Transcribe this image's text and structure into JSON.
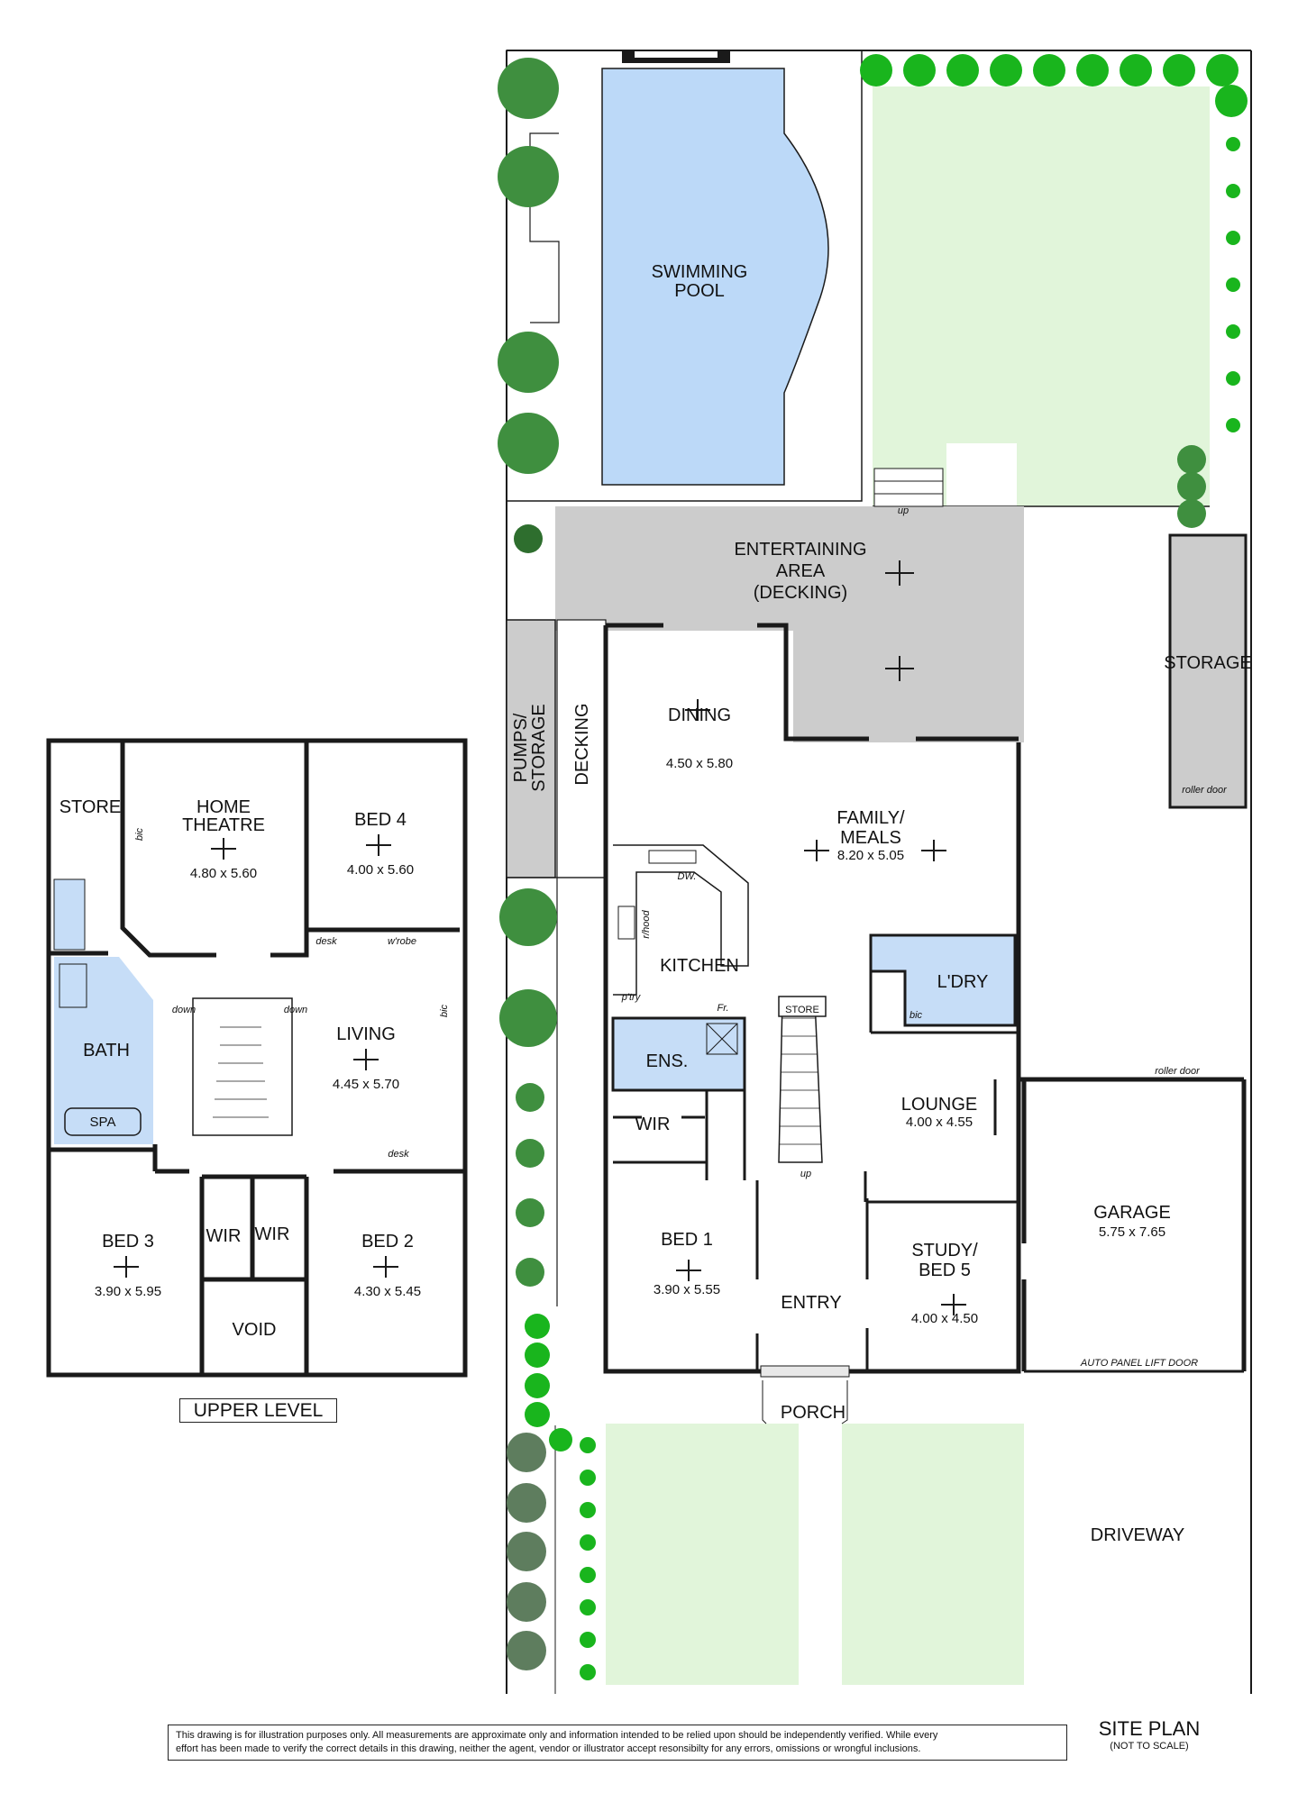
{
  "colors": {
    "wall": "#1a1a1a",
    "wet_area": "#c6ddf7",
    "lawn": "#e1f5da",
    "pool": "#bcd9f8",
    "decking": "#cccccc",
    "tree_dark": "#3f8f3f",
    "tree_bright": "#19b51d",
    "tree_grey": "#5e7d5e"
  },
  "upper_level": {
    "caption": "UPPER LEVEL",
    "rooms": {
      "store": {
        "name": "STORE"
      },
      "home_theatre": {
        "name_1": "HOME",
        "name_2": "THEATRE",
        "dims": "4.80 x 5.60"
      },
      "bed4": {
        "name": "BED 4",
        "dims": "4.00 x 5.60"
      },
      "bath": {
        "name": "BATH"
      },
      "spa": {
        "name": "SPA"
      },
      "living": {
        "name": "LIVING",
        "dims": "4.45 x 5.70"
      },
      "bed3": {
        "name": "BED 3",
        "dims": "3.90 x 5.95"
      },
      "bed2": {
        "name": "BED 2",
        "dims": "4.30 x 5.45"
      },
      "wir1": {
        "name": "WIR"
      },
      "wir2": {
        "name": "WIR"
      },
      "void": {
        "name": "VOID"
      }
    },
    "notes": {
      "bic_1": "bic",
      "bic_2": "bic",
      "desk_1": "desk",
      "desk_2": "desk",
      "wrobe": "w'robe",
      "down_1": "down",
      "down_2": "down"
    }
  },
  "site_plan": {
    "title": "SITE PLAN",
    "subtitle": "(NOT TO SCALE)",
    "rooms": {
      "pool": {
        "name_1": "SWIMMING",
        "name_2": "POOL"
      },
      "entertaining": {
        "name_1": "ENTERTAINING",
        "name_2": "AREA",
        "name_3": "(DECKING)"
      },
      "pumps": {
        "name_1": "PUMPS/",
        "name_2": "STORAGE"
      },
      "decking": {
        "name": "DECKING"
      },
      "dining": {
        "name": "DINING",
        "dims": "4.50 x 5.80"
      },
      "family": {
        "name_1": "FAMILY/",
        "name_2": "MEALS",
        "dims": "8.20 x 5.05"
      },
      "kitchen": {
        "name": "KITCHEN"
      },
      "laundry": {
        "name": "L'DRY"
      },
      "storage": {
        "name": "STORAGE"
      },
      "ens": {
        "name": "ENS."
      },
      "wir": {
        "name": "WIR"
      },
      "lounge": {
        "name": "LOUNGE",
        "dims": "4.00 x 4.55"
      },
      "bed1": {
        "name": "BED 1",
        "dims": "3.90 x 5.55"
      },
      "entry": {
        "name": "ENTRY"
      },
      "study": {
        "name_1": "STUDY/",
        "name_2": "BED 5",
        "dims": "4.00 x 4.50"
      },
      "garage": {
        "name": "GARAGE",
        "dims": "5.75 x 7.65"
      },
      "porch": {
        "name": "PORCH"
      },
      "driveway": {
        "name": "DRIVEWAY"
      },
      "store": {
        "name": "STORE"
      }
    },
    "notes": {
      "dw": "DW.",
      "rhood": "r/hood",
      "ptry": "p'try",
      "fr": "Fr.",
      "bic": "bic",
      "up_1": "up",
      "up_2": "up",
      "roller_door_1": "roller door",
      "roller_door_2": "roller door",
      "auto_door": "AUTO PANEL LIFT DOOR"
    }
  },
  "disclaimer_line_1": "This drawing is for illustration purposes only. All measurements are approximate only and information intended to be relied upon should be independently verified. While every",
  "disclaimer_line_2": "effort has been made to verify the correct details in this drawing, neither the agent,  vendor or illustrator accept resonsibilty for any errors, omissions or wrongful inclusions."
}
